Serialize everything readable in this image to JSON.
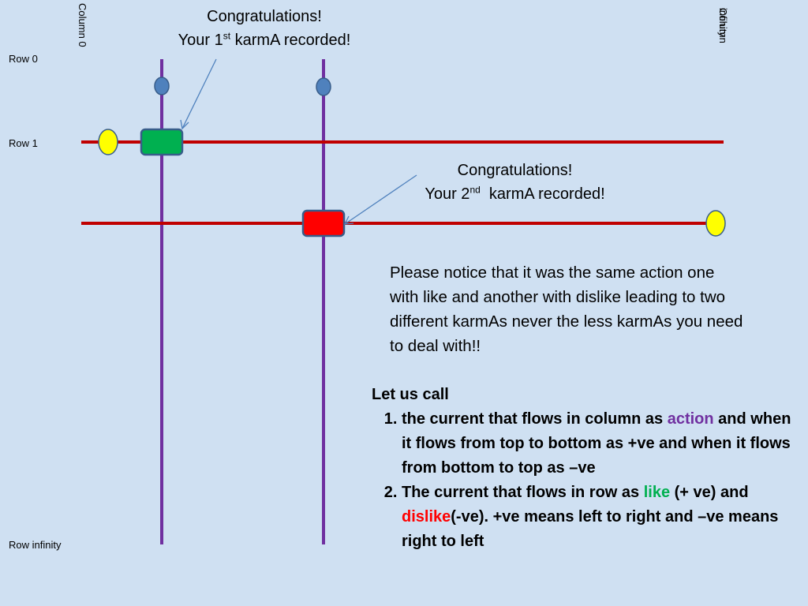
{
  "labels": {
    "row_0": "Row 0",
    "row_1": "Row 1",
    "row_infinity": "Row infinity",
    "column_0": "Column 0",
    "column_infinity_1": "Column",
    "column_infinity_2": "infinity"
  },
  "callout1": {
    "line1": "Congratulations!",
    "line2_pre": "Your 1",
    "line2_sup": "st",
    "line2_post": " karmA recorded!"
  },
  "callout2": {
    "line1": "Congratulations!",
    "line2_pre": "Your 2",
    "line2_sup": "nd",
    "line2_post": "  karmA recorded!"
  },
  "note": "Please notice that it was the same action one with like and another with dislike leading to two different karmAs never the less karmAs you need to deal with!!",
  "rules": {
    "heading": "Let us call",
    "item1": {
      "pre": "the current that flows  in column as ",
      "keyword": "action",
      "post": " and when it flows from top to bottom as +ve and when it flows from bottom to top  as –ve"
    },
    "item2": {
      "pre": "The current that flows in row as ",
      "keyword1": "like",
      "mid": " (+ ve) and ",
      "keyword2": "dislike",
      "post": "(-ve). +ve means left to right and –ve means right to left"
    }
  },
  "colors": {
    "background": "#cfe0f2",
    "column_line": "#7030a0",
    "row_line": "#c00000",
    "green_block": "#00b050",
    "red_block": "#ff0000",
    "yellow_dot": "#ffff00",
    "blue_dot": "#4f81bd",
    "action": "#7030a0",
    "like": "#00b050",
    "dislike": "#ff0000"
  }
}
